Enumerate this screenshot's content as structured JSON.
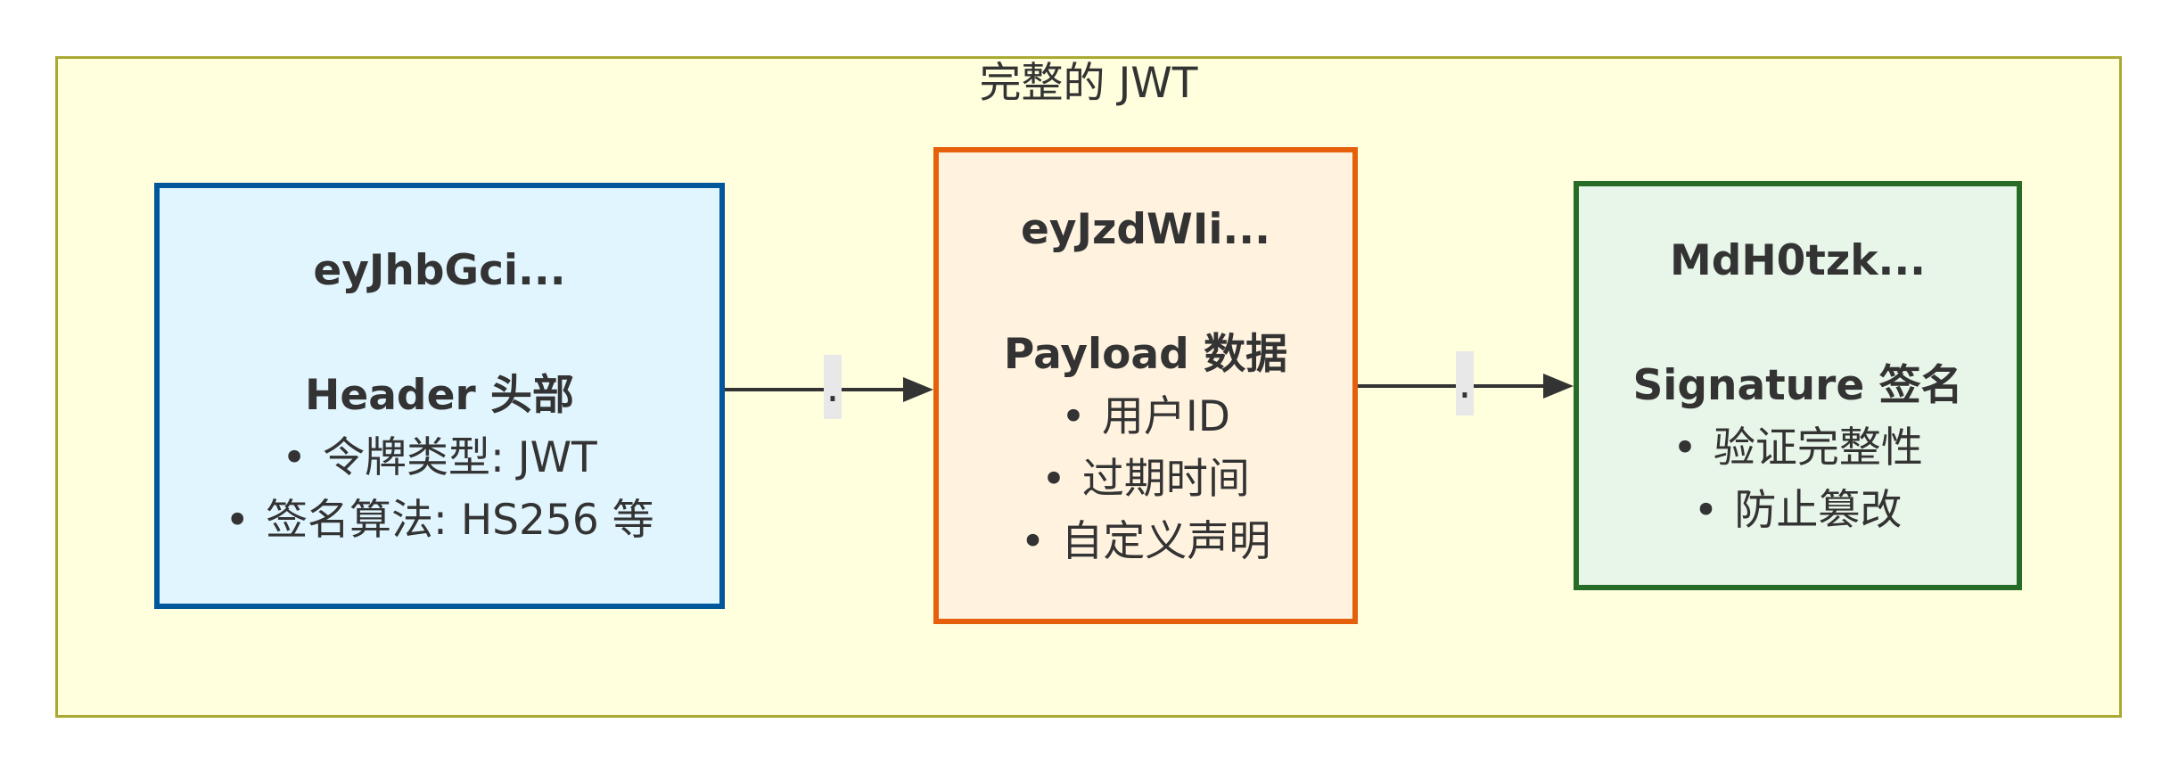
{
  "diagram": {
    "container_title": "完整的 JWT",
    "bullet_char": "•",
    "cluster": {
      "fill": "#ffffde",
      "stroke": "#aaaa33"
    },
    "text_color": "#333333",
    "arrow_color": "#333333",
    "edge_label_bg": "#e8e8e8",
    "nodes": [
      {
        "title": "eyJhbGci...",
        "heading": "Header 头部",
        "bullets": [
          "令牌类型: JWT",
          "签名算法: HS256 等"
        ],
        "fill": "#e1f5fe",
        "stroke": "#01579b"
      },
      {
        "title": "eyJzdWIi...",
        "heading": "Payload 数据",
        "bullets": [
          "用户ID",
          "过期时间",
          "自定义声明"
        ],
        "fill": "#fff3e0",
        "stroke": "#e65f0a"
      },
      {
        "title": "MdH0tzk...",
        "heading": "Signature 签名",
        "bullets": [
          "验证完整性",
          "防止篡改"
        ],
        "fill": "#e8f5e9",
        "stroke": "#266c26"
      }
    ],
    "edges": [
      {
        "label": "."
      },
      {
        "label": "."
      }
    ]
  }
}
